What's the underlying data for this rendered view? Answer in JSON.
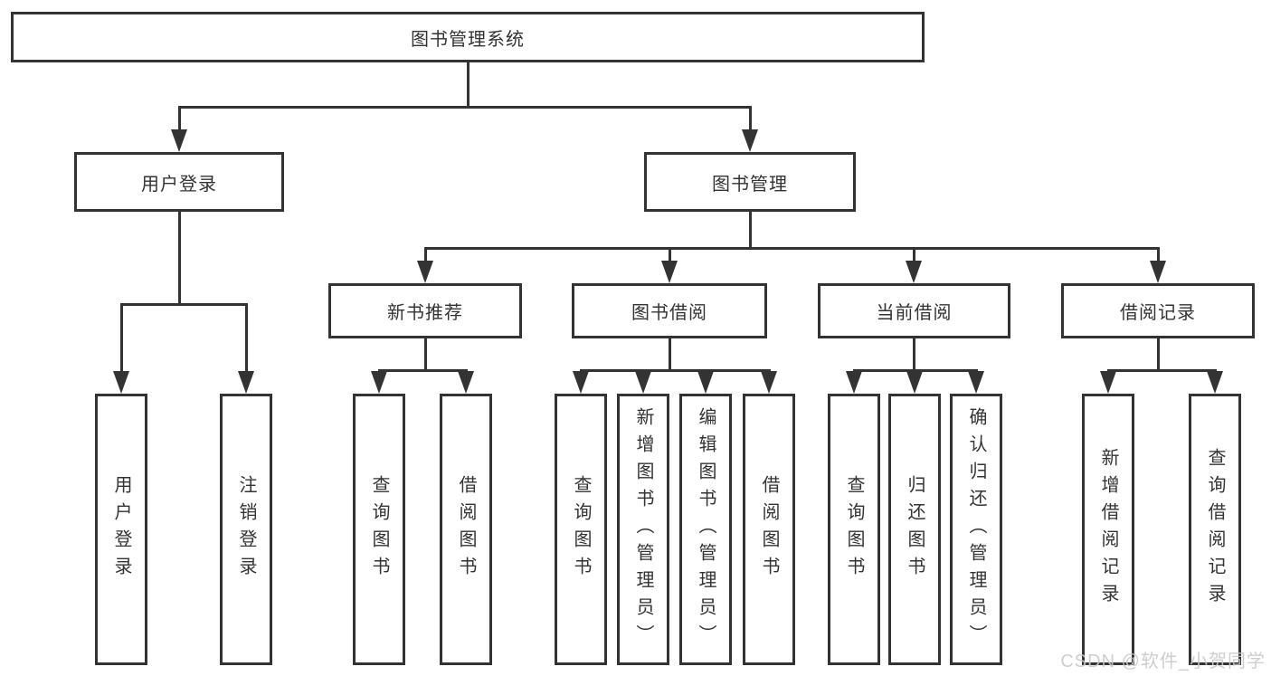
{
  "diagram": {
    "title": "图书管理系统",
    "level2": {
      "user_login": "用户登录",
      "book_mgmt": "图书管理"
    },
    "level3": {
      "new_book_rec": "新书推荐",
      "book_borrow": "图书借阅",
      "current_borrow": "当前借阅",
      "borrow_record": "借阅记录"
    },
    "leaves": {
      "user_login": "用户登录",
      "logout": "注销登录",
      "nb_query": "查询图书",
      "nb_borrow": "借阅图书",
      "bb_query": "查询图书",
      "bb_add": "新增图书（管理员）",
      "bb_edit": "编辑图书（管理员）",
      "bb_borrow": "借阅图书",
      "cb_query": "查询图书",
      "cb_return": "归还图书",
      "cb_confirm": "确认归还（管理员）",
      "br_add": "新增借阅记录",
      "br_query": "查询借阅记录"
    },
    "watermark": "CSDN @软件_小贺同学",
    "colors": {
      "line": "#333333",
      "text": "#333333",
      "background": "#ffffff",
      "watermark": "#c9c9c9"
    }
  }
}
